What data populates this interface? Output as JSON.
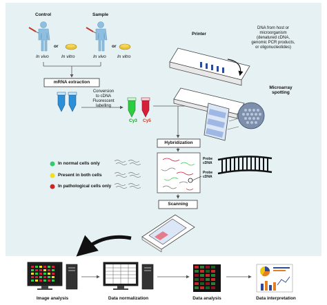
{
  "top_left": {
    "control_label": "Control",
    "sample_label": "Sample",
    "or_1": "or",
    "or_2": "or",
    "in_vivo_1": "In vivo",
    "in_vitro_1": "In vitro",
    "in_vivo_2": "In vivo",
    "in_vitro_2": "In vitro"
  },
  "extraction": {
    "box_label": "mRNA extraction",
    "conversion_text": "Conversion\nto cDNA\nFluorescent\nlabelling",
    "cy3": "Cy3",
    "cy5": "Cy5"
  },
  "printer": {
    "label": "Printer",
    "dna_note": "DNA from host or\nmicroorganism\n(denatured cDNA,\ngenomic PCR products,\nor oligonucleotides)",
    "spotting_label": "Microarray\nspotting"
  },
  "hybridization": {
    "box_label": "Hybridization",
    "probe_1": "Probe\ncDNA",
    "probe_2": "Probe\ncDNA",
    "scanning_label": "Scanning"
  },
  "legend": {
    "items": [
      {
        "label": "In normal cells only",
        "color": "#2ecc71"
      },
      {
        "label": "Present in both cells",
        "color": "#f1e020"
      },
      {
        "label": "In pathological cells only",
        "color": "#c62828"
      }
    ]
  },
  "pipeline": {
    "steps": [
      "Image analysis",
      "Data normalization",
      "Data analysis",
      "Data interpretation"
    ]
  }
}
